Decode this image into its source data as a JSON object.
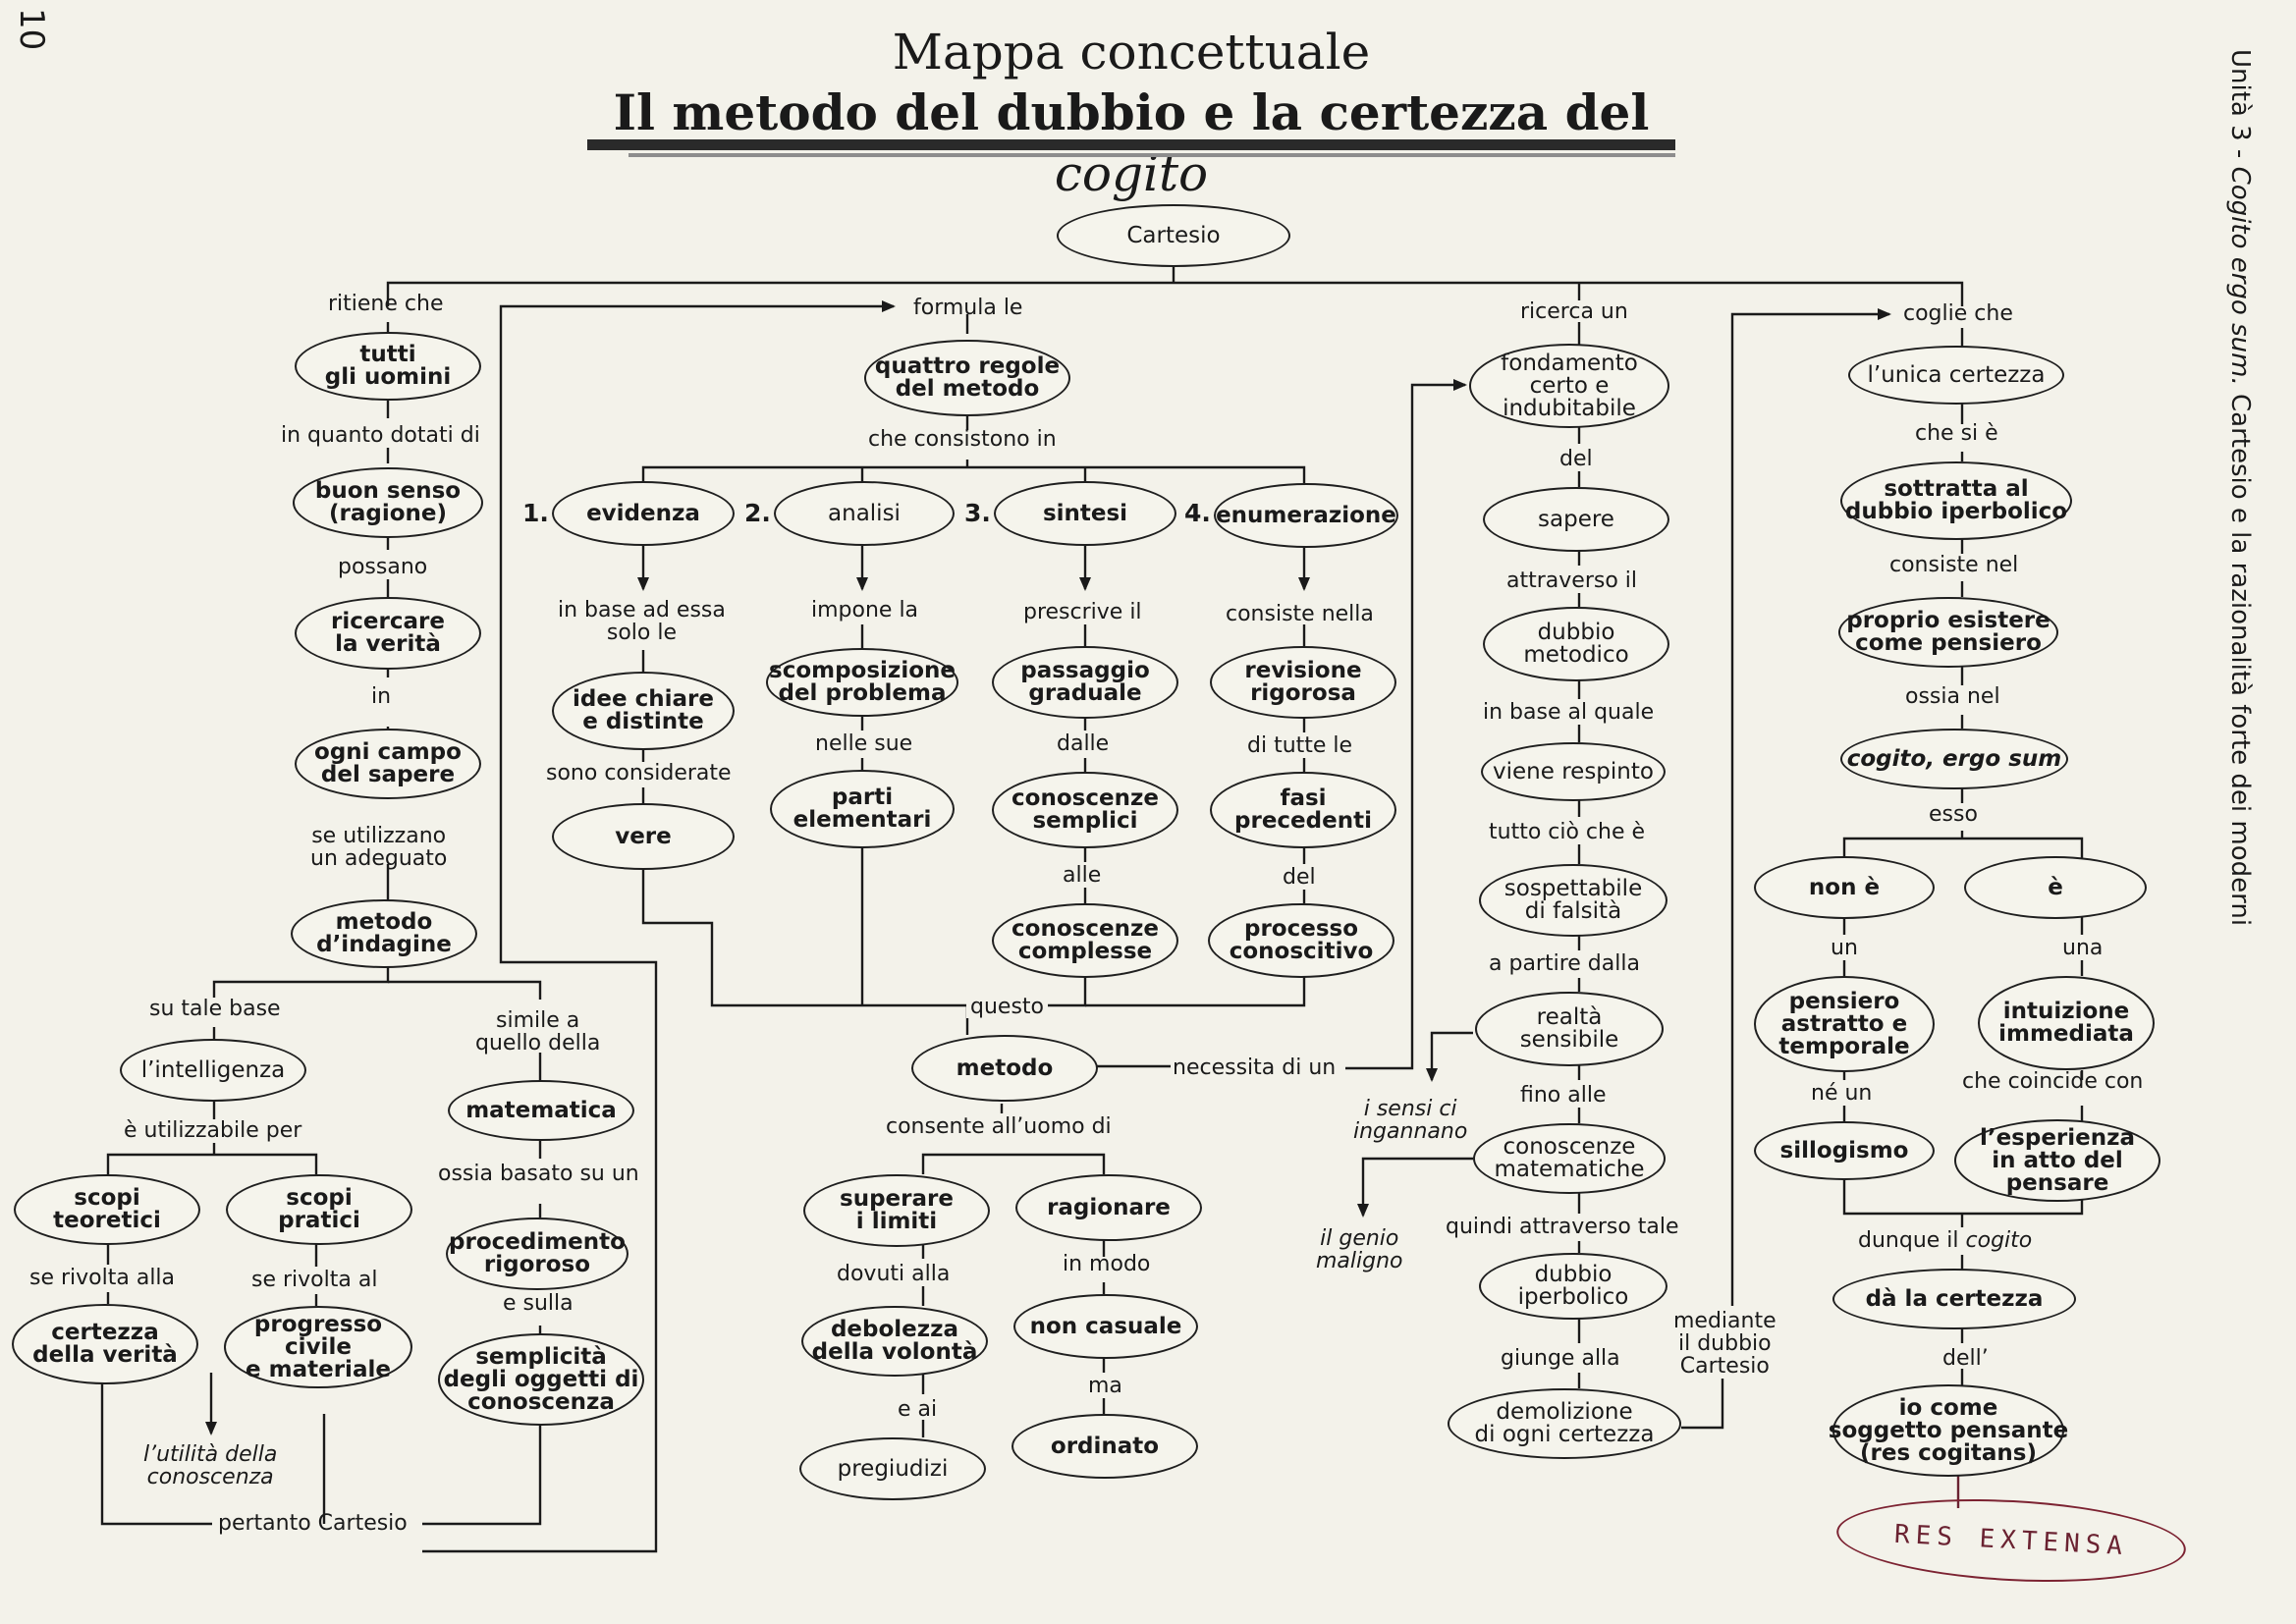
{
  "page_number": "10",
  "title": {
    "line1": "Mappa concettuale",
    "line2_text": "Il metodo del dubbio e la certezza del ",
    "line2_italic": "cogito"
  },
  "side_heading": {
    "prefix": "Unità 3 - ",
    "italic": "Cogito ergo sum.",
    "suffix": " Cartesio e la razionalità forte dei moderni"
  },
  "nodes": {
    "cartesio": "Cartesio",
    "tutti": "tutti\ngli uomini",
    "buon_senso": "buon senso\n(ragione)",
    "ricercare": "ricercare\nla verità",
    "ogni_campo": "ogni campo\ndel sapere",
    "metodo_indagine": "metodo\nd’indagine",
    "intelligenza": "l’intelligenza",
    "matematica": "matematica",
    "scopi_teoretici": "scopi\nteoretici",
    "scopi_pratici": "scopi\npratici",
    "procedimento": "procedimento\nrigoroso",
    "certezza_verita": "certezza\ndella verità",
    "progresso": "progresso\ncivile\ne materiale",
    "semplicita": "semplicità\ndegli oggetti di\nconoscenza",
    "quattro_regole": "quattro regole\ndel metodo",
    "evidenza": "evidenza",
    "analisi": "analisi",
    "sintesi": "sintesi",
    "enumerazione": "enumerazione",
    "idee": "idee chiare\ne distinte",
    "vere": "vere",
    "scomposizione": "scomposizione\ndel problema",
    "parti": "parti\nelementari",
    "passaggio": "passaggio\ngraduale",
    "conoscenze_semplici": "conoscenze\nsemplici",
    "conoscenze_complesse": "conoscenze\ncomplesse",
    "revisione": "revisione\nrigorosa",
    "fasi": "fasi\nprecedenti",
    "processo": "processo\nconoscitivo",
    "metodo": "metodo",
    "superare": "superare\ni limiti",
    "ragionare": "ragionare",
    "debolezza": "debolezza\ndella volontà",
    "non_casuale": "non casuale",
    "pregiudizi": "pregiudizi",
    "ordinato": "ordinato",
    "fondamento": "fondamento\ncerto e\nindubitabile",
    "sapere": "sapere",
    "dubbio_metodico": "dubbio\nmetodico",
    "viene_respinto": "viene respinto",
    "sospettabile": "sospettabile\ndi falsità",
    "realta": "realtà\nsensibile",
    "conoscenze_matematiche": "conoscenze\nmatematiche",
    "dubbio_iperbolico": "dubbio\niperbolico",
    "demolizione": "demolizione\ndi ogni certezza",
    "unica_certezza": "l’unica certezza",
    "sottratta": "sottratta al\ndubbio iperbolico",
    "proprio_esistere": "proprio esistere\ncome pensiero",
    "cogito": "cogito, ergo sum",
    "non_e": "non è",
    "e": "è",
    "pensiero_astratto": "pensiero\nastratto e\ntemporale",
    "intuizione": "intuizione\nimmediata",
    "sillogismo": "sillogismo",
    "esperienza": "l’esperienza\nin atto del\npensare",
    "da_certezza": "dà la certezza",
    "io_come": "io come\nsoggetto pensante\n(res cogitans)"
  },
  "labels": {
    "ritiene_che": "ritiene che",
    "in_quanto": "in quanto dotati di",
    "possano": "possano",
    "in": "in",
    "se_utilizzano": "se utilizzano\nun adeguato",
    "su_tale_base": "su tale base",
    "simile_a": "simile a\nquello della",
    "e_utilizzabile": "è utilizzabile per",
    "ossia_basato": "ossia basato su un",
    "se_rivolta_alla": "se rivolta alla",
    "se_rivolta_al": "se rivolta al",
    "e_sulla": "e sulla",
    "utilita": "l’utilità della\nconoscenza",
    "pertanto": "pertanto Cartesio",
    "formula_le": "formula le",
    "che_consistono": "che consistono in",
    "num1": "1.",
    "num2": "2.",
    "num3": "3.",
    "num4": "4.",
    "in_base_ad_essa": "in base ad essa\nsolo le",
    "sono_considerate": "sono considerate",
    "impone_la": "impone la",
    "nelle_sue": "nelle sue",
    "prescrive_il": "prescrive il",
    "dalle": "dalle",
    "alle": "alle",
    "consiste_nella": "consiste nella",
    "di_tutte_le": "di tutte le",
    "del_proc": "del",
    "questo": "questo",
    "necessita": "necessita di un",
    "consente": "consente all’uomo di",
    "dovuti_alla": "dovuti alla",
    "in_modo": "in modo",
    "e_ai": "e ai",
    "ma": "ma",
    "ricerca_un": "ricerca un",
    "del_fond": "del",
    "attraverso_il": "attraverso il",
    "in_base_al_quale": "in base al quale",
    "tutto_cio": "tutto ciò che è",
    "a_partire": "a partire dalla",
    "fino_alle": "fino alle",
    "i_sensi": "i sensi ci\ningannano",
    "il_genio": "il genio\nmaligno",
    "quindi_attraverso": "quindi attraverso tale",
    "giunge_alla": "giunge alla",
    "mediante": "mediante\nil dubbio\nCartesio",
    "coglie_che": "coglie che",
    "che_si_e": "che si è",
    "consiste_nel": "consiste nel",
    "ossia_nel": "ossia nel",
    "esso": "esso",
    "un": "un",
    "una": "una",
    "ne_un": "né un",
    "che_coincide": "che coincide con",
    "dunque_il_prefix": "dunque il ",
    "dunque_il_italic": "cogito",
    "dell": "dell’"
  },
  "handwritten_note": "RES EXTENSA",
  "colors": {
    "ink": "#1a1a1a",
    "paper": "#f3f2ea",
    "handwriting": "#6a2231"
  }
}
